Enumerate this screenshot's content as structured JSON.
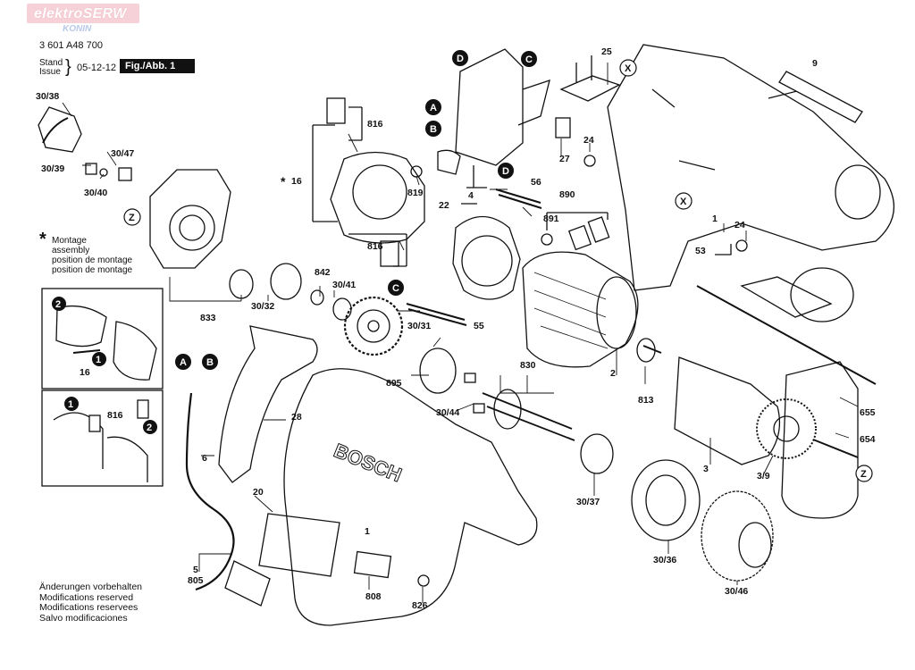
{
  "watermark": {
    "title": "elektroSERW",
    "subtitle": "KONIN"
  },
  "header": {
    "doc_number": "3 601 A48 700",
    "stand_label_1": "Stand",
    "stand_label_2": "Issue",
    "issue_date": "05-12-12",
    "figure": "Fig./Abb. 1"
  },
  "legend": {
    "star": "*",
    "lines": [
      "Montage",
      "assembly",
      "position de montage",
      "position de montage"
    ]
  },
  "notes": [
    "Änderungen vorbehalten",
    "Modifications reserved",
    "Modifications reservees",
    "Salvo modificaciones"
  ],
  "brand_mark": "BOSCH",
  "letters": [
    "A",
    "B",
    "C",
    "D",
    "X",
    "Z",
    "1",
    "2"
  ],
  "part_numbers": [
    "30/38",
    "30/47",
    "30/39",
    "30/40",
    "816",
    "16",
    "819",
    "4",
    "22",
    "56",
    "890",
    "891",
    "25",
    "27",
    "24",
    "9",
    "1",
    "53",
    "842",
    "30/41",
    "833",
    "30/32",
    "55",
    "30/31",
    "830",
    "895",
    "30/44",
    "2",
    "813",
    "3",
    "3/9",
    "655",
    "654",
    "28",
    "6",
    "20",
    "5",
    "805",
    "808",
    "826",
    "30/37",
    "30/36",
    "30/46"
  ]
}
